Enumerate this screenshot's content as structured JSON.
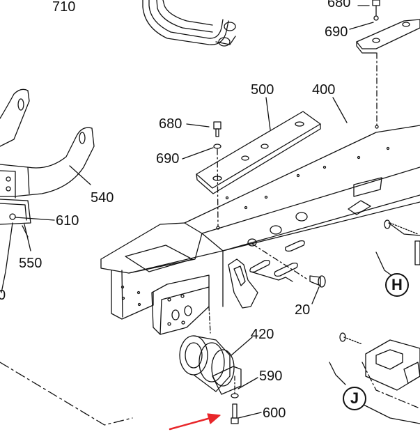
{
  "diagram": {
    "part_labels": {
      "p710": "710",
      "p680_top": "680",
      "p690_top": "690",
      "p500": "500",
      "p400": "400",
      "p680": "680",
      "p690": "690",
      "p540": "540",
      "p610": "610",
      "p550": "550",
      "p20": "20",
      "p420": "420",
      "p590": "590",
      "p600": "600",
      "p0_partial": "0"
    },
    "detail_callouts": {
      "h": "H",
      "j": "J"
    },
    "highlight_color": "#e8262a",
    "line_color": "#111111"
  }
}
